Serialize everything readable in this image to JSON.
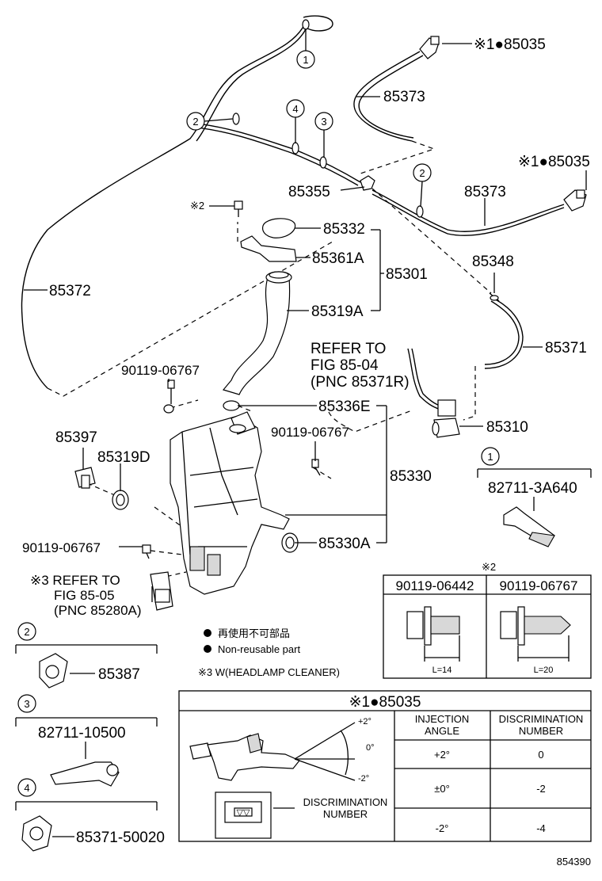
{
  "parts": {
    "p85035_top": "※1●85035",
    "p85373_top": "85373",
    "p85035_right": "※1●85035",
    "p85373_right": "85373",
    "p85355": "85355",
    "note2_mark": "※2",
    "p85332": "85332",
    "p85361A": "85361A",
    "p85301": "85301",
    "p85348": "85348",
    "p85372": "85372",
    "p85319A": "85319A",
    "p85371": "85371",
    "refer1_line1": "REFER TO",
    "refer1_line2": "FIG 85-04",
    "refer1_line3": "(PNC 85371R)",
    "p90119_06767_a": "90119-06767",
    "p85336E": "85336E",
    "p85310": "85310",
    "p85397": "85397",
    "p90119_06767_b": "90119-06767",
    "p85319D": "85319D",
    "p85330": "85330",
    "p90119_06767_c": "90119-06767",
    "p85330A": "85330A",
    "refer2_line1": "※3 REFER TO",
    "refer2_line2": "FIG 85-05",
    "refer2_line3": "(PNC 85280A)",
    "p85387": "85387",
    "p82711_10500": "82711-10500",
    "p85371_50020": "85371-50020",
    "p82711_3A640": "82711-3A640",
    "diagram_id": "854390"
  },
  "callouts": [
    "1",
    "2",
    "3",
    "4",
    "2"
  ],
  "legend": {
    "nonreusable_jp": "再使用不可部品",
    "nonreusable_en": "Non-reusable part",
    "note3": "※3 W(HEADLAMP CLEANER)"
  },
  "inset_callouts": {
    "c1": "1",
    "c2": "2",
    "c3": "3",
    "c4": "4"
  },
  "bolt_table": {
    "mark": "※2",
    "col1": "90119-06442",
    "col2": "90119-06767",
    "len1": "L=14",
    "len2": "L=20"
  },
  "nozzle_table": {
    "title": "※1●85035",
    "angle_top": "+2°",
    "angle_mid": "0°",
    "angle_bot": "-2°",
    "disc_label_1": "DISCRIMINATION",
    "disc_label_2": "NUMBER",
    "head_col1_a": "INJECTION",
    "head_col1_b": "ANGLE",
    "head_col2_a": "DISCRIMINATION",
    "head_col2_b": "NUMBER",
    "rows": [
      {
        "angle": "+2°",
        "num": "0"
      },
      {
        "angle": "±0°",
        "num": "-2"
      },
      {
        "angle": "-2°",
        "num": "-4"
      }
    ]
  }
}
